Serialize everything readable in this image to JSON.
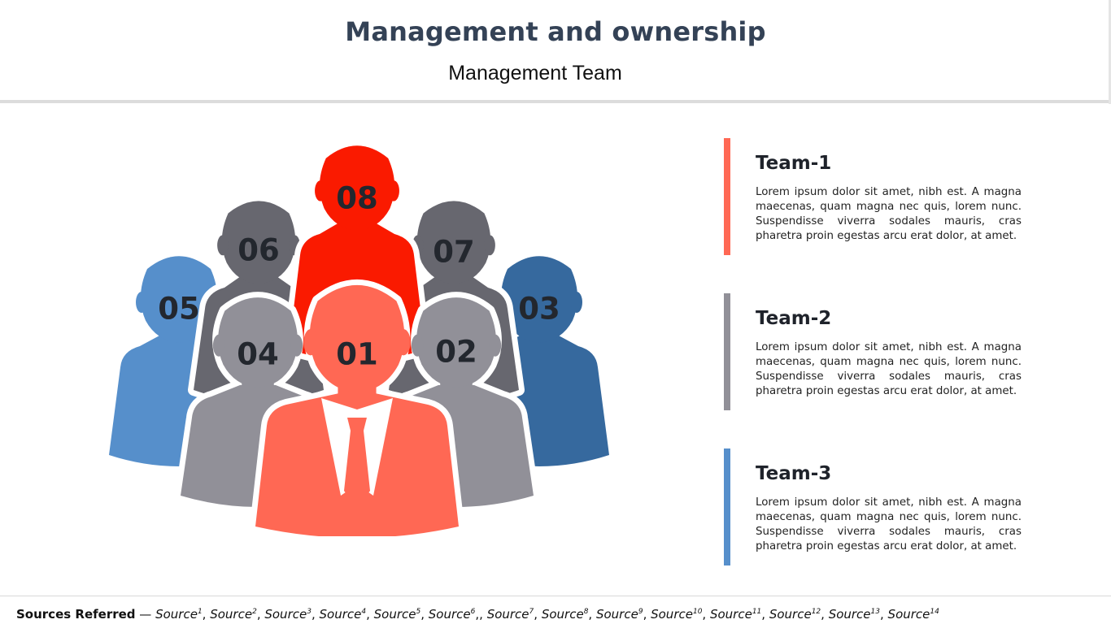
{
  "header": {
    "title": "Management and ownership",
    "subtitle": "Management Team"
  },
  "people": [
    {
      "number": "05",
      "color": "#568fcb"
    },
    {
      "number": "03",
      "color": "#36699e"
    },
    {
      "number": "06",
      "color": "#67676f"
    },
    {
      "number": "07",
      "color": "#67676f"
    },
    {
      "number": "08",
      "color": "#fa1a00"
    },
    {
      "number": "04",
      "color": "#919098"
    },
    {
      "number": "02",
      "color": "#919098"
    },
    {
      "number": "01",
      "color": "#ff6854"
    }
  ],
  "teams": [
    {
      "title": "Team-1",
      "text": "Lorem ipsum dolor sit amet, nibh est. A magna maecenas, quam magna nec quis, lorem nunc. Suspendisse viverra sodales mauris, cras pharetra proin egestas arcu erat dolor, at amet.",
      "color": "#ff6854"
    },
    {
      "title": "Team-2",
      "text": "Lorem ipsum dolor sit amet, nibh est. A magna maecenas, quam magna nec quis, lorem nunc. Suspendisse viverra sodales mauris, cras pharetra proin egestas arcu erat dolor, at amet.",
      "color": "#919098"
    },
    {
      "title": "Team-3",
      "text": "Lorem ipsum dolor sit amet, nibh est. A magna maecenas, quam magna nec quis, lorem nunc. Suspendisse viverra sodales mauris, cras pharetra proin egestas arcu erat dolor, at amet.",
      "color": "#568fcb"
    }
  ],
  "sources": {
    "label": "Sources Referred",
    "separator": " — ",
    "items": [
      {
        "text": "Source",
        "sup": "1",
        "after": ", "
      },
      {
        "text": "Source",
        "sup": "2",
        "after": ", "
      },
      {
        "text": "Source",
        "sup": "3",
        "after": ", "
      },
      {
        "text": "Source",
        "sup": "4",
        "after": ", "
      },
      {
        "text": "Source",
        "sup": "5",
        "after": ", "
      },
      {
        "text": "Source",
        "sup": "6",
        "after": ",, "
      },
      {
        "text": "Source",
        "sup": "7",
        "after": ", "
      },
      {
        "text": "Source",
        "sup": "8",
        "after": ", "
      },
      {
        "text": "Source",
        "sup": "9",
        "after": ", "
      },
      {
        "text": "Source",
        "sup": "10",
        "after": ", "
      },
      {
        "text": "Source",
        "sup": "11",
        "after": ", "
      },
      {
        "text": "Source",
        "sup": "12",
        "after": ", "
      },
      {
        "text": "Source",
        "sup": "13",
        "after": ", "
      },
      {
        "text": "Source",
        "sup": "14",
        "after": ""
      }
    ]
  }
}
